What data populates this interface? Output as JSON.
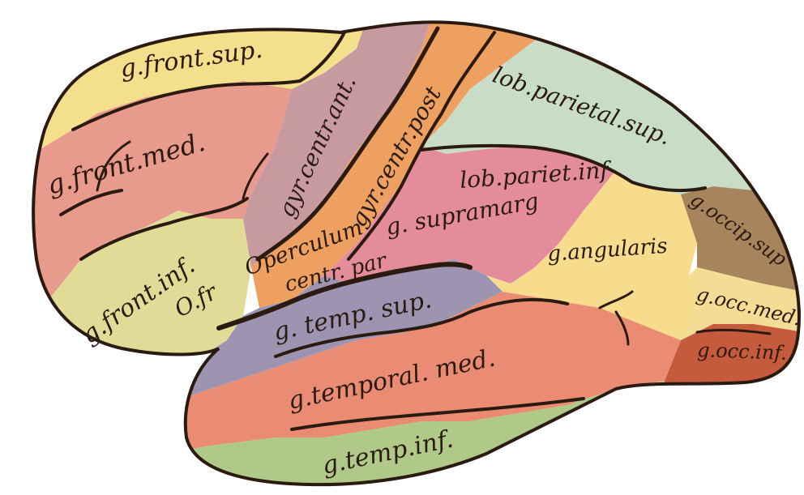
{
  "figure": {
    "labels": {
      "front_sup": "g.front.sup.",
      "front_med": "g.front.med.",
      "front_inf": "g.front.inf.",
      "o_fr": "O.fr",
      "gyr_centr_ant": "gyr.centr.ant.",
      "gyr_centr_post": "gyr.centr.post",
      "lob_pariet_sup": "lob.parietal.sup.",
      "lob_pariet_inf": "lob.pariet.inf",
      "operculum": "Operculum",
      "centr_par": "centr. par",
      "supramarg": "g. supramarg",
      "angularis": "g.angularis",
      "occip_sup": "g.occip.sup",
      "occ_med": "g.occ.med.",
      "occ_inf": "g.occ.inf.",
      "temp_sup": "g. temp. sup.",
      "temporal_med": "g.temporal. med.",
      "temp_inf": "g.temp.inf."
    },
    "colors": {
      "outline": "#2a1a10",
      "front_sup": "#f4e08c",
      "front_med": "#e89a8c",
      "front_inf": "#e0dc98",
      "gyr_centr_ant": "#c79aa0",
      "gyr_centr_post": "#eea060",
      "lob_pariet_sup": "#c8dcc8",
      "lob_pariet_inf": "#e48c9c",
      "angularis": "#f6dc8c",
      "occip_sup": "#a8845c",
      "occ_med": "#f4dc94",
      "occ_inf": "#c65a3c",
      "temp_sup": "#9c94b0",
      "temporal_med": "#ea8c74",
      "temp_inf": "#b0c888"
    }
  }
}
